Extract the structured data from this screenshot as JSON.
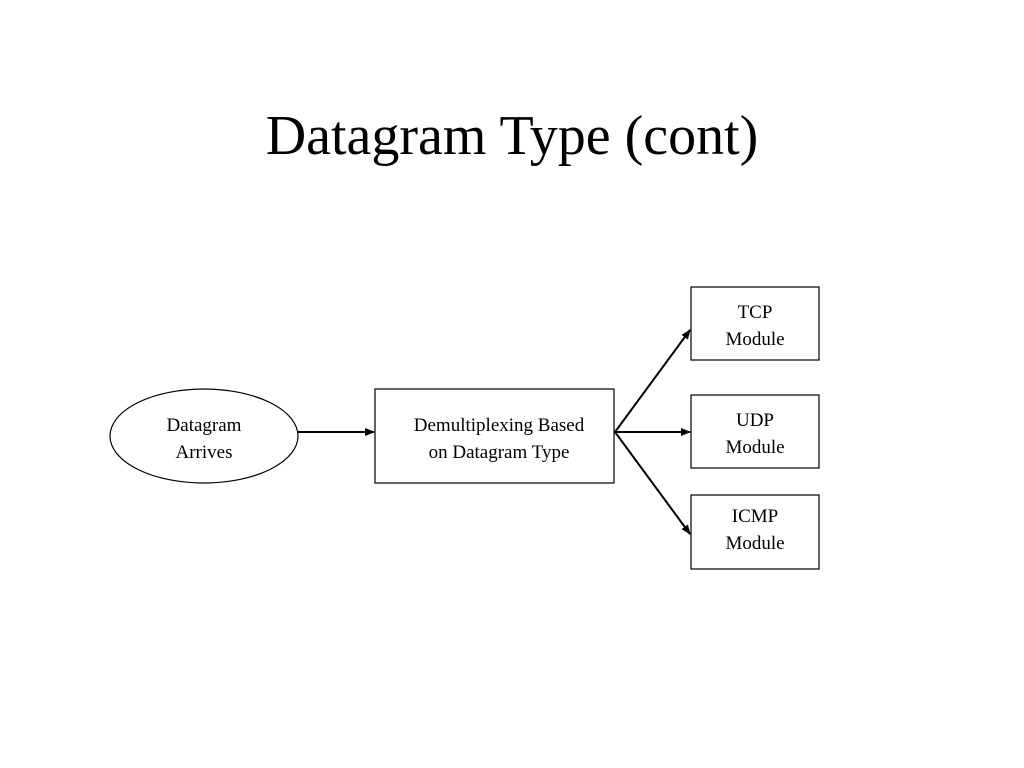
{
  "slide": {
    "title": "Datagram Type (cont)"
  },
  "diagram": {
    "nodes": {
      "start": {
        "line1": "Datagram",
        "line2": "Arrives"
      },
      "demux": {
        "line1": "Demultiplexing Based",
        "line2": "on Datagram Type"
      },
      "tcp": {
        "line1": "TCP",
        "line2": "Module"
      },
      "udp": {
        "line1": "UDP",
        "line2": "Module"
      },
      "icmp": {
        "line1": "ICMP",
        "line2": "Module"
      }
    }
  }
}
